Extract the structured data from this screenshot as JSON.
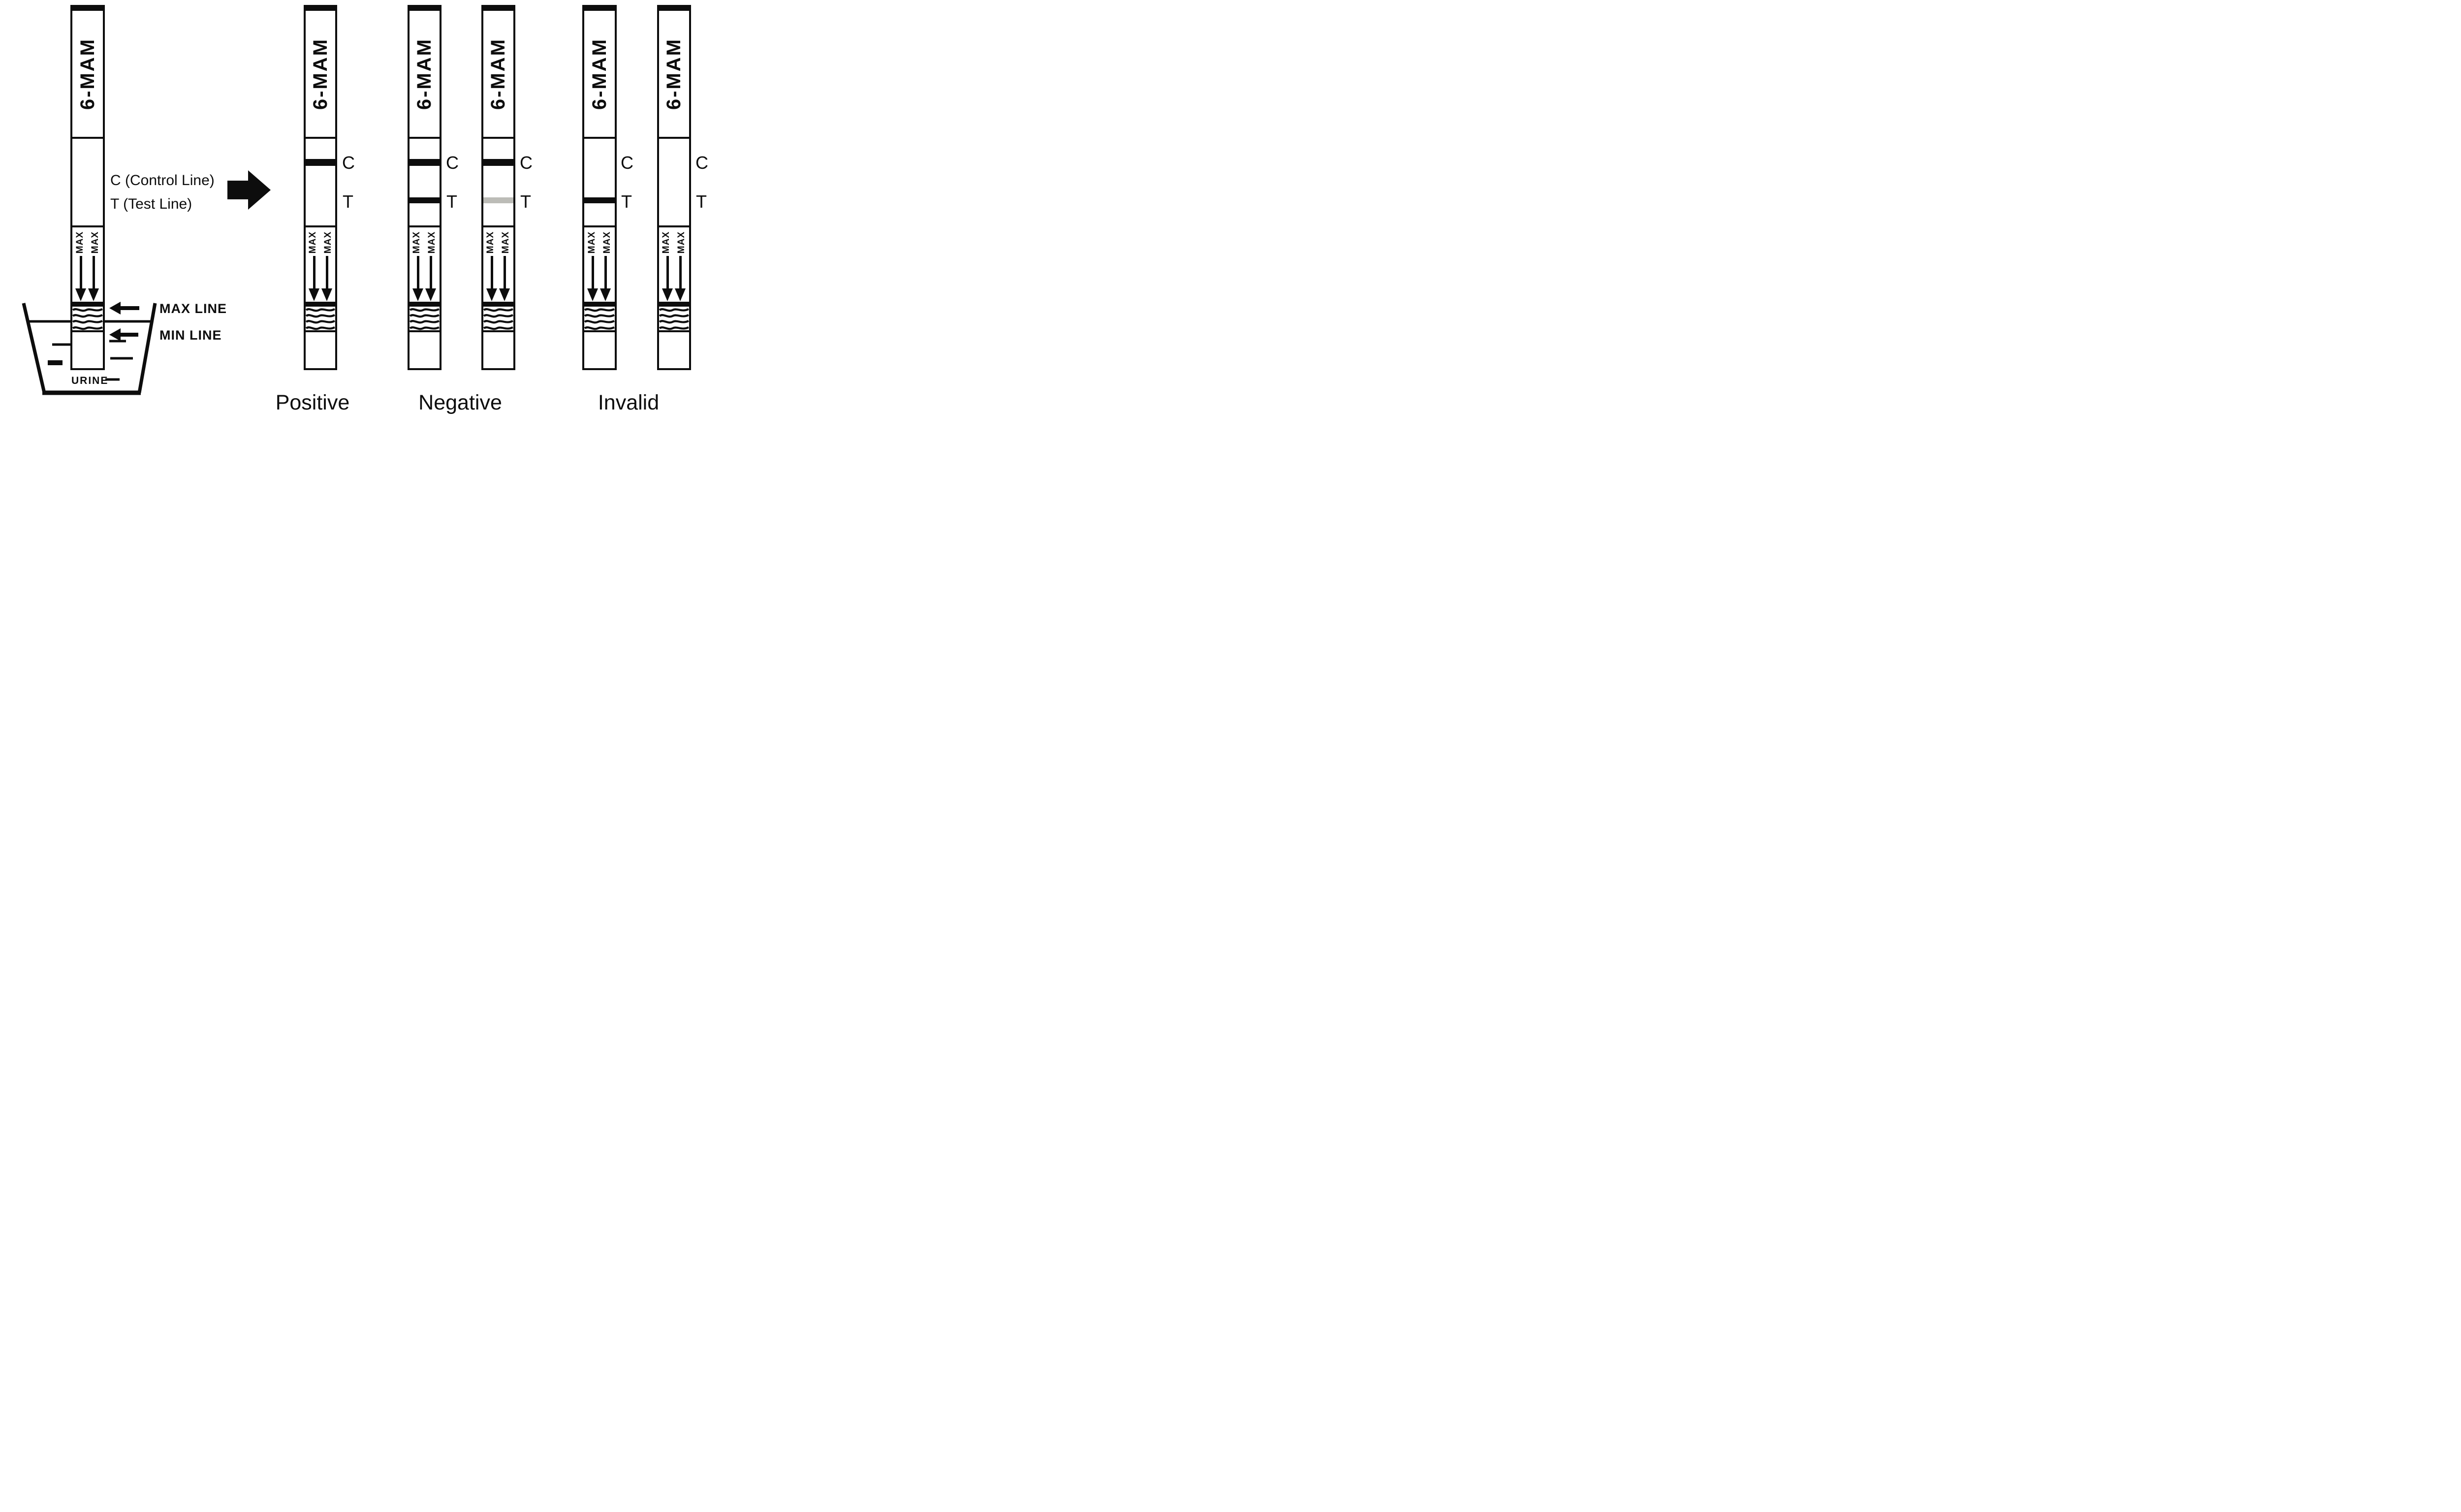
{
  "strip_label": "6-MAM",
  "max_inner_text": "MAX",
  "legend": {
    "control_line": "C (Control Line)",
    "test_line": "T (Test Line)"
  },
  "cup": {
    "urine_label": "URINE",
    "max_line_label": "MAX LINE",
    "min_line_label": "MIN LINE"
  },
  "marker_labels": {
    "control": "C",
    "test": "T"
  },
  "result_labels": {
    "positive": "Positive",
    "negative": "Negative",
    "invalid": "Invalid"
  },
  "strips": [
    {
      "id": "reference",
      "c_class": "bar c-bar none",
      "t_class": "bar t-bar none"
    },
    {
      "id": "positive-1",
      "c_class": "bar c-bar black",
      "t_class": "bar t-bar none"
    },
    {
      "id": "negative-1",
      "c_class": "bar c-bar black",
      "t_class": "bar t-bar black"
    },
    {
      "id": "negative-2",
      "c_class": "bar c-bar black",
      "t_class": "bar t-bar gray"
    },
    {
      "id": "invalid-1",
      "c_class": "bar c-bar none",
      "t_class": "bar t-bar black"
    },
    {
      "id": "invalid-2",
      "c_class": "bar c-bar none",
      "t_class": "bar t-bar none"
    }
  ],
  "colors": {
    "ink": "#0d0d0d",
    "faint_test_line": "#bcbcb7",
    "background": "#ffffff"
  }
}
